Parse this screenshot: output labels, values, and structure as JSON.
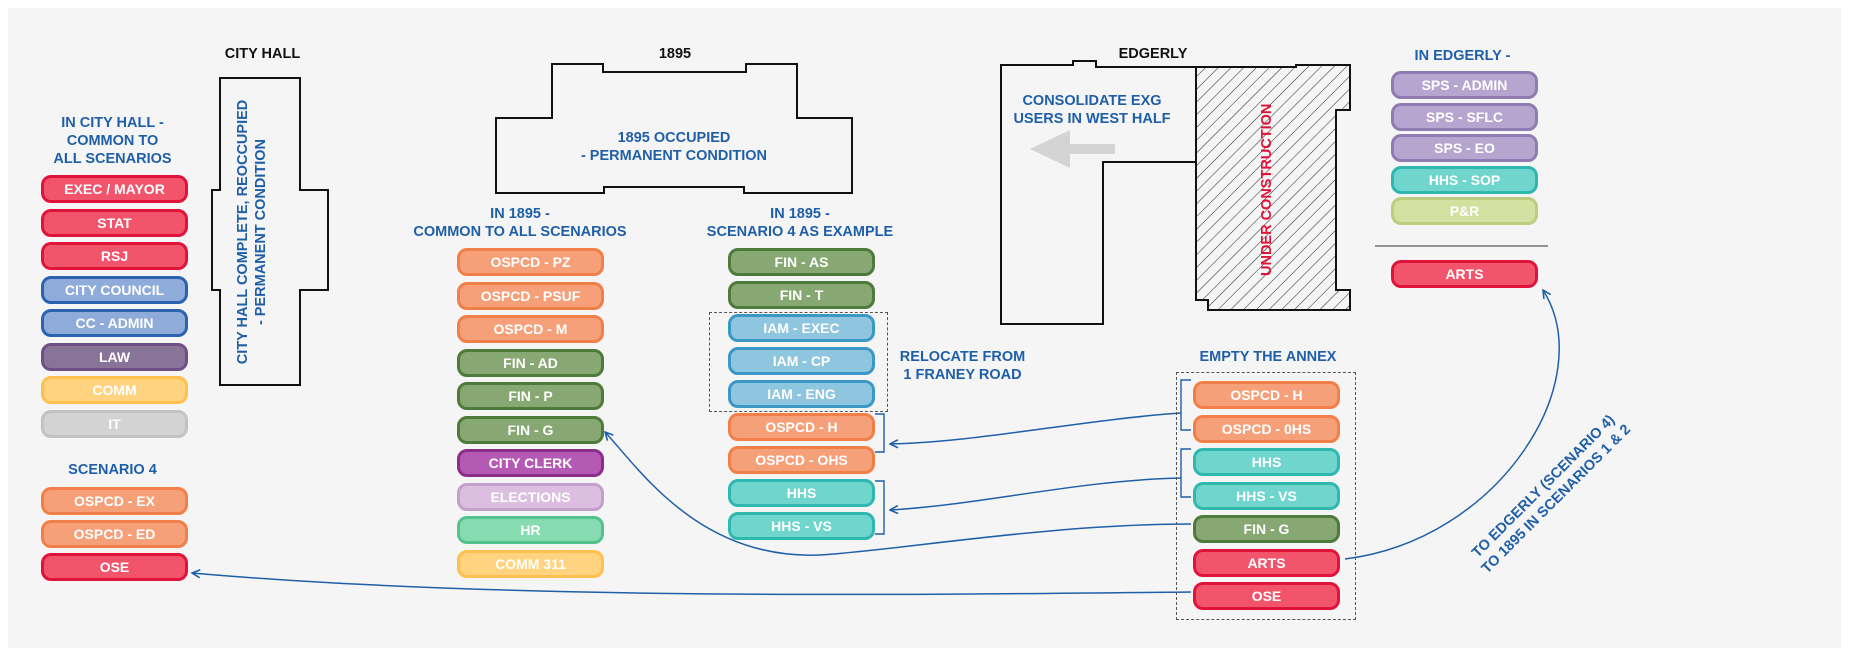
{
  "colors": {
    "red": {
      "fill": "#f2556b",
      "stroke": "#e0143a"
    },
    "blue": {
      "fill": "#8fabd9",
      "stroke": "#2c63b0"
    },
    "purple": {
      "fill": "#8a7399",
      "stroke": "#6d4f85"
    },
    "yellow": {
      "fill": "#ffd37f",
      "stroke": "#ffc04d"
    },
    "gray": {
      "fill": "#d3d3d3",
      "stroke": "#c2c2c2"
    },
    "orange": {
      "fill": "#f6a079",
      "stroke": "#f07f48"
    },
    "green": {
      "fill": "#87a873",
      "stroke": "#4e7a3b"
    },
    "magenta": {
      "fill": "#b45ab4",
      "stroke": "#8b2d8b"
    },
    "lilac": {
      "fill": "#dcbfe0",
      "stroke": "#c49fcb"
    },
    "mint": {
      "fill": "#86dbb0",
      "stroke": "#52c38d"
    },
    "lightblue": {
      "fill": "#8ec6df",
      "stroke": "#3b97c5"
    },
    "teal": {
      "fill": "#6fd5cd",
      "stroke": "#2eb8b0"
    },
    "lavender": {
      "fill": "#b6a6cf",
      "stroke": "#8e7cb3"
    },
    "olive": {
      "fill": "#d3e0a0",
      "stroke": "#bccd80"
    }
  },
  "headings": {
    "city_hall": "CITY HALL",
    "y1895": "1895",
    "edgerly": "EDGERLY",
    "in_city_hall": "IN CITY HALL -\nCOMMON TO\nALL SCENARIOS",
    "scenario4": "SCENARIO 4",
    "in_1895_common": "IN 1895 -\nCOMMON TO ALL SCENARIOS",
    "in_1895_s4": "IN 1895 -\nSCENARIO 4 AS EXAMPLE",
    "relocate": "RELOCATE FROM\n1 FRANEY ROAD",
    "in_edgerly": "IN EDGERLY -",
    "empty_annex": "EMPTY THE ANNEX",
    "occupied_1895": "1895 OCCUPIED\n- PERMANENT CONDITION",
    "consolidate": "CONSOLIDATE EXG\nUSERS IN WEST HALF",
    "under_construction": "UNDER CONSTRUCTION",
    "city_hall_complete": "CITY HALL COMPLETE, REOCCUPIED\n- PERMANENT CONDITION",
    "to_edgerly": "TO EDGERLY (SCENARIO 4)\nTO 1895 IN SCENARIOS 1 & 2"
  },
  "city_hall_list": [
    {
      "label": "EXEC / MAYOR",
      "color": "red"
    },
    {
      "label": "STAT",
      "color": "red"
    },
    {
      "label": "RSJ",
      "color": "red"
    },
    {
      "label": "CITY COUNCIL",
      "color": "blue"
    },
    {
      "label": "CC - ADMIN",
      "color": "blue"
    },
    {
      "label": "LAW",
      "color": "purple"
    },
    {
      "label": "COMM",
      "color": "yellow"
    },
    {
      "label": "IT",
      "color": "gray"
    }
  ],
  "scenario4_list": [
    {
      "label": "OSPCD - EX",
      "color": "orange"
    },
    {
      "label": "OSPCD - ED",
      "color": "orange"
    },
    {
      "label": "OSE",
      "color": "red"
    }
  ],
  "common_1895_list": [
    {
      "label": "OSPCD - PZ",
      "color": "orange"
    },
    {
      "label": "OSPCD - PSUF",
      "color": "orange"
    },
    {
      "label": "OSPCD - M",
      "color": "orange"
    },
    {
      "label": "FIN - AD",
      "color": "green"
    },
    {
      "label": "FIN - P",
      "color": "green"
    },
    {
      "label": "FIN - G",
      "color": "green"
    },
    {
      "label": "CITY CLERK",
      "color": "magenta"
    },
    {
      "label": "ELECTIONS",
      "color": "lilac"
    },
    {
      "label": "HR",
      "color": "mint"
    },
    {
      "label": "COMM 311",
      "color": "yellow"
    }
  ],
  "s4_1895_list": [
    {
      "label": "FIN - AS",
      "color": "green"
    },
    {
      "label": "FIN - T",
      "color": "green"
    },
    {
      "label": "IAM - EXEC",
      "color": "lightblue"
    },
    {
      "label": "IAM - CP",
      "color": "lightblue"
    },
    {
      "label": "IAM - ENG",
      "color": "lightblue"
    },
    {
      "label": "OSPCD - H",
      "color": "orange"
    },
    {
      "label": "OSPCD - OHS",
      "color": "orange"
    },
    {
      "label": "HHS",
      "color": "teal"
    },
    {
      "label": "HHS - VS",
      "color": "teal"
    }
  ],
  "edgerly_list": [
    {
      "label": "SPS - ADMIN",
      "color": "lavender"
    },
    {
      "label": "SPS - SFLC",
      "color": "lavender"
    },
    {
      "label": "SPS - EO",
      "color": "lavender"
    },
    {
      "label": "HHS - SOP",
      "color": "teal"
    },
    {
      "label": "P&R",
      "color": "olive"
    }
  ],
  "edgerly_arts": {
    "label": "ARTS",
    "color": "red"
  },
  "annex_list": [
    {
      "label": "OSPCD - H",
      "color": "orange"
    },
    {
      "label": "OSPCD - 0HS",
      "color": "orange"
    },
    {
      "label": "HHS",
      "color": "teal"
    },
    {
      "label": "HHS - VS",
      "color": "teal"
    },
    {
      "label": "FIN - G",
      "color": "green"
    },
    {
      "label": "ARTS",
      "color": "red"
    },
    {
      "label": "OSE",
      "color": "red"
    }
  ]
}
